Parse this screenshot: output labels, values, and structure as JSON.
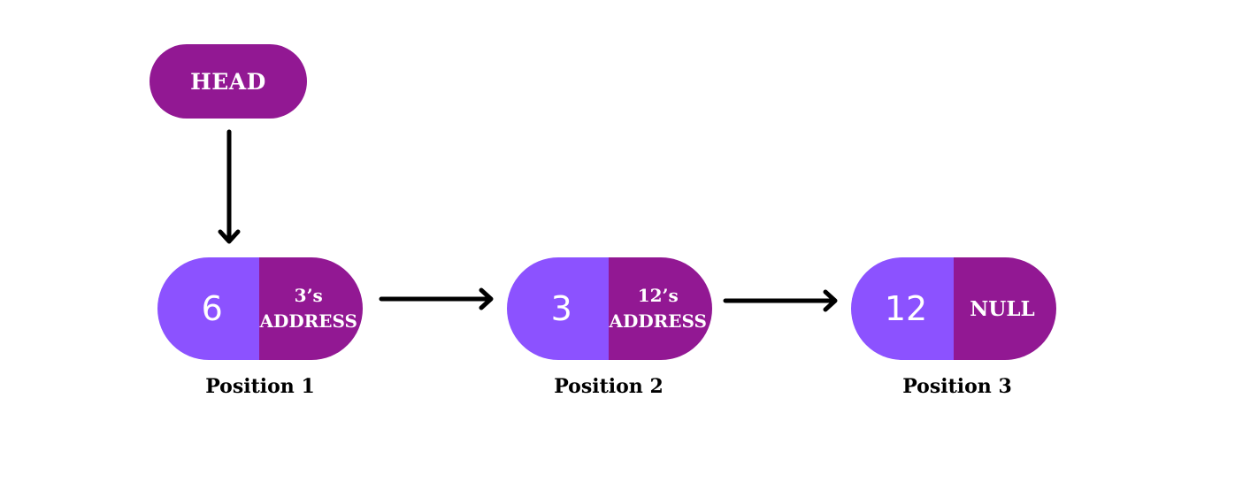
{
  "head": {
    "label": "HEAD"
  },
  "nodes": [
    {
      "value": "6",
      "pointer_line1": "3’s",
      "pointer_line2": "ADDRESS",
      "position_label": "Position 1"
    },
    {
      "value": "3",
      "pointer_line1": "12’s",
      "pointer_line2": "ADDRESS",
      "position_label": "Position 2"
    },
    {
      "value": "12",
      "pointer_line1": "NULL",
      "pointer_line2": "",
      "position_label": "Position 3"
    }
  ],
  "colors": {
    "head_fill": "#921893",
    "value_fill": "#8c52ff",
    "pointer_fill": "#921893",
    "arrow": "#000000",
    "text_on_fill": "#ffffff"
  },
  "icons": [
    "arrow-down-icon",
    "arrow-right-icon"
  ]
}
